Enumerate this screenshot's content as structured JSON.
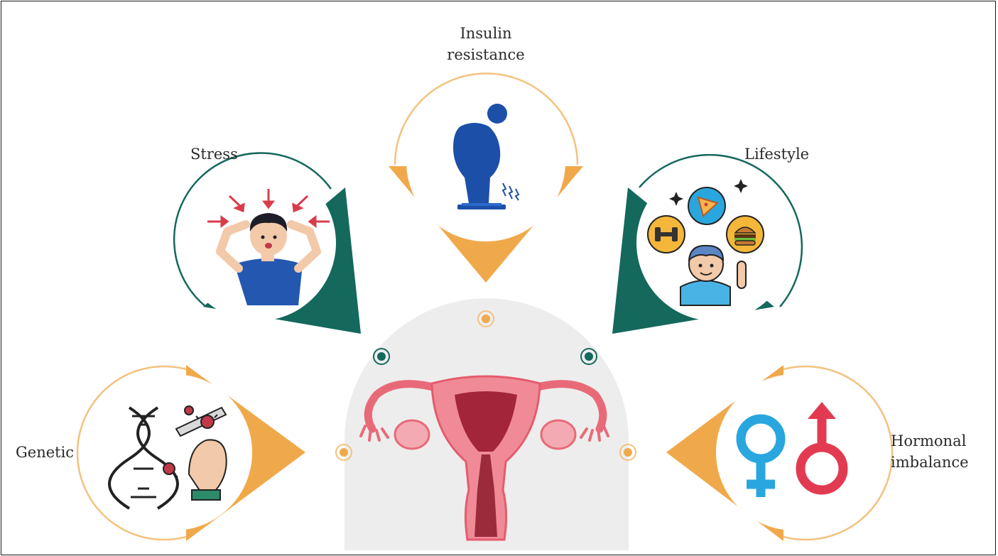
{
  "labels": {
    "insulin": [
      "Insulin",
      "resistance"
    ],
    "stress": "Stress",
    "lifestyle": "Lifestyle",
    "genetic": "Genetic",
    "hormonal": [
      "Hormonal",
      "imbalance"
    ]
  },
  "colors": {
    "orange": "#f0a94a",
    "orange_line": "#f3c27f",
    "teal": "#14685c",
    "blue": "#1c4fa8",
    "red": "#d93c4b",
    "pink": "#e8798a",
    "female_blue": "#2aa6df",
    "male_red": "#e23b51",
    "gray_bg": "#ededed"
  },
  "icons": [
    "overweight-person-on-scale-icon",
    "stressed-person-icon",
    "lifestyle-food-exercise-icon",
    "dna-research-icon",
    "gender-symbols-icon",
    "uterus-illustration"
  ]
}
